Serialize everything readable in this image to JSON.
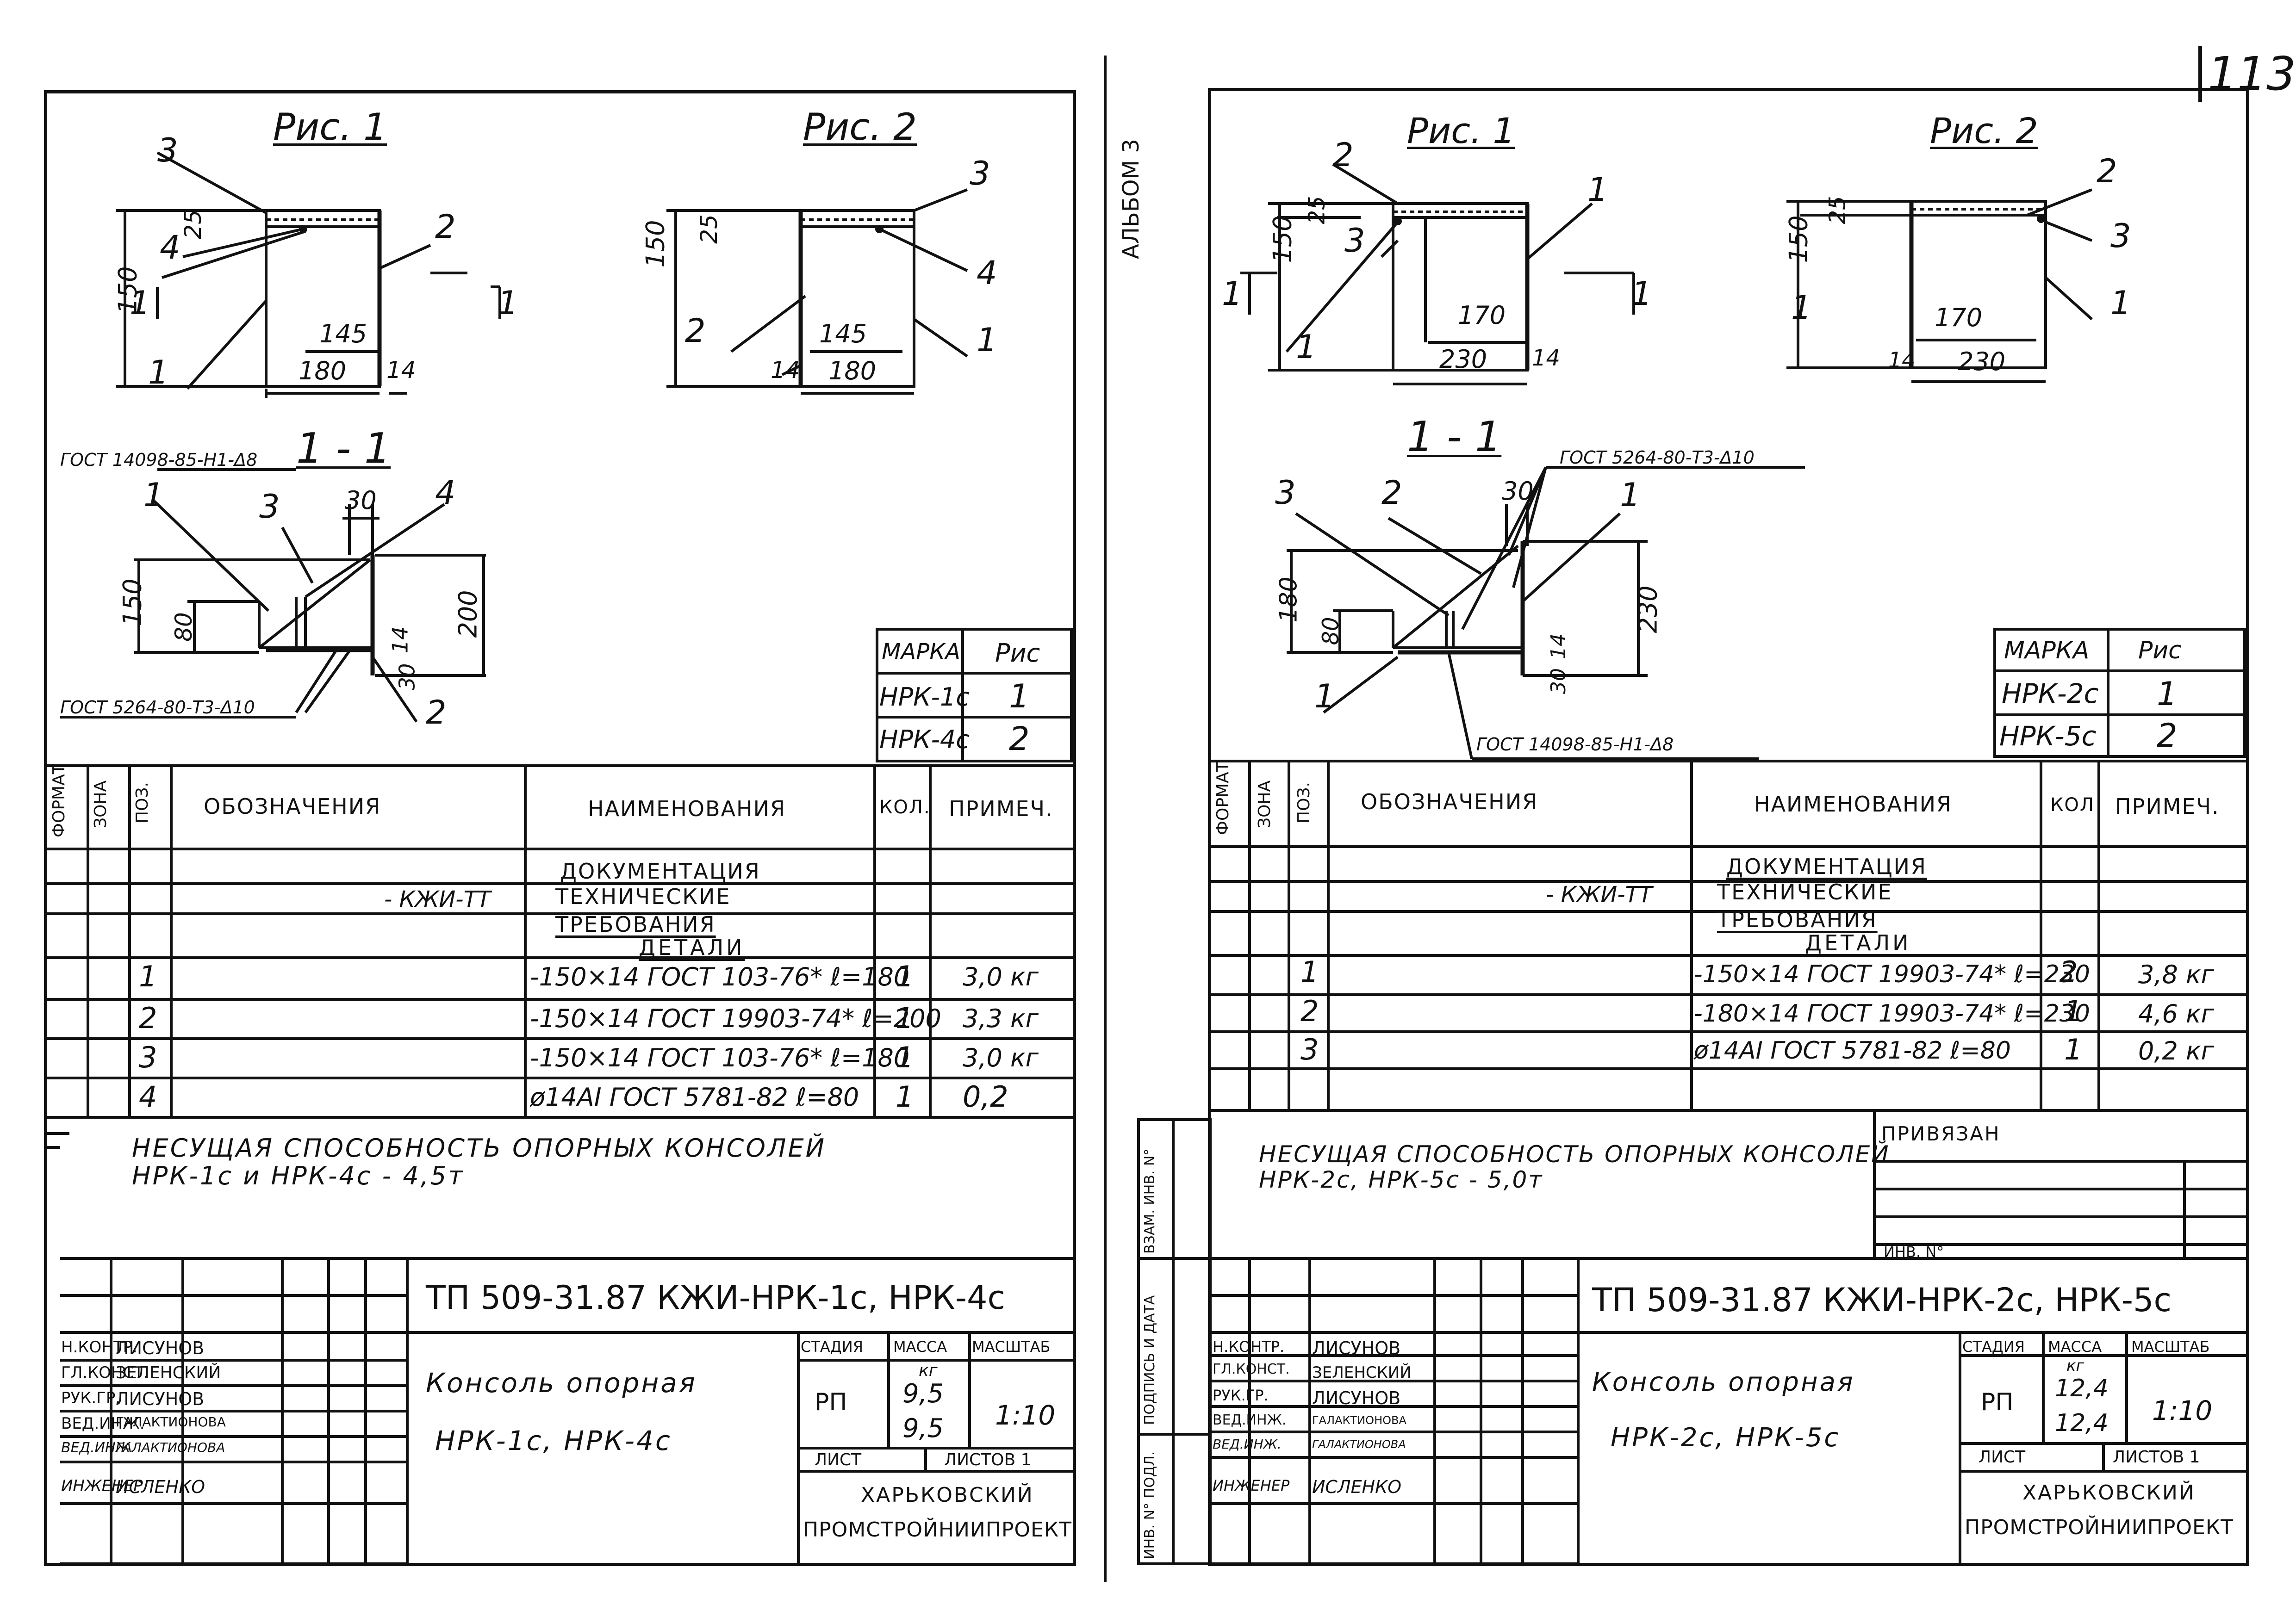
{
  "page_number": "113",
  "album_label": "АЛЬБОМ 3",
  "left": {
    "fig1_title": "Рис. 1",
    "fig2_title": "Рис. 2",
    "section_title": "1 - 1",
    "fig1_dims": [
      "150",
      "25",
      "145",
      "180",
      "14"
    ],
    "fig1_leaders": [
      "1",
      "2",
      "3",
      "4"
    ],
    "fig2_dims": [
      "150",
      "25",
      "145",
      "180",
      "14"
    ],
    "fig2_leaders": [
      "1",
      "2",
      "3",
      "4"
    ],
    "section_dims": [
      "150",
      "80",
      "30",
      "200",
      "14",
      "30"
    ],
    "section_leaders": [
      "1",
      "2",
      "3",
      "4"
    ],
    "weld_top": "ГОСТ 14098-85-Н1-Δ8",
    "weld_bottom": "ГОСТ 5264-80-Т3-Δ10",
    "mark_table": {
      "headers": [
        "МАРКА",
        "Рис"
      ],
      "rows": [
        [
          "НРК-1с",
          "1"
        ],
        [
          "НРК-4с",
          "2"
        ]
      ]
    },
    "spec": {
      "headers": [
        "ФОРМАТ",
        "ЗОНА",
        "ПОЗ.",
        "ОБОЗНАЧЕНИЯ",
        "НАИМЕНОВАНИЯ",
        "КОЛ.",
        "ПРИМЕЧ."
      ],
      "designation": "- КЖИ-ТТ",
      "doc_heading": "ДОКУМЕНТАЦИЯ",
      "doc_lines": [
        "ТЕХНИЧЕСКИЕ",
        "ТРЕБОВАНИЯ"
      ],
      "parts_heading": "ДЕТАЛИ",
      "rows": [
        {
          "pos": "1",
          "name": "-150×14 ГОСТ 103-76* ℓ=180",
          "qty": "1",
          "note": "3,0 кг"
        },
        {
          "pos": "2",
          "name": "-150×14 ГОСТ 19903-74* ℓ=200",
          "qty": "1",
          "note": "3,3 кг"
        },
        {
          "pos": "3",
          "name": "-150×14 ГОСТ 103-76* ℓ=180",
          "qty": "1",
          "note": "3,0 кг"
        },
        {
          "pos": "4",
          "name": "ø14АI ГОСТ 5781-82 ℓ=80",
          "qty": "1",
          "note": "0,2"
        }
      ]
    },
    "note_line1": "НЕСУЩАЯ СПОСОБНОСТЬ ОПОРНЫХ КОНСОЛЕЙ",
    "note_line2": "НРК-1с и НРК-4с - 4,5т",
    "title_block": {
      "doc_code": "ТП 509-31.87 КЖИ-НРК-1с, НРК-4с",
      "roles": [
        "Н.КОНТР.",
        "ГЛ.КОНСТ.",
        "РУК.ГР.",
        "ВЕД.ИНЖ.",
        "ВЕД.ИНЖ.",
        "ИНЖЕНЕР"
      ],
      "names": [
        "ЛИСУНОВ",
        "ЗЕЛЕНСКИЙ",
        "ЛИСУНОВ",
        "ГАЛАКТИОНОВА",
        "ГАЛАКТИОНОВА",
        "ИСЛЕНКО"
      ],
      "item_name": "Консоль опорная",
      "item_marks": "НРК-1с, НРК-4с",
      "stage_label": "СТАДИЯ",
      "mass_label": "МАССА",
      "scale_label": "МАСШТАБ",
      "stage": "РП",
      "mass_unit": "кг",
      "mass1": "9,5",
      "mass2": "9,5",
      "scale": "1:10",
      "sheet_label": "ЛИСТ",
      "sheets_label": "ЛИСТОВ 1",
      "org_line1": "ХАРЬКОВСКИЙ",
      "org_line2": "ПРОМСТРОЙНИИПРОЕКТ"
    }
  },
  "right": {
    "fig1_title": "Рис. 1",
    "fig2_title": "Рис. 2",
    "section_title": "1 - 1",
    "fig1_dims": [
      "150",
      "25",
      "170",
      "230",
      "14"
    ],
    "fig1_leaders": [
      "1",
      "2",
      "3"
    ],
    "fig2_dims": [
      "150",
      "25",
      "170",
      "230",
      "14"
    ],
    "fig2_leaders": [
      "1",
      "2",
      "3"
    ],
    "section_dims": [
      "180",
      "80",
      "30",
      "230",
      "14",
      "30"
    ],
    "section_leaders": [
      "1",
      "2",
      "3"
    ],
    "weld_top": "ГОСТ 5264-80-Т3-Δ10",
    "weld_bottom": "ГОСТ 14098-85-Н1-Δ8",
    "mark_table": {
      "headers": [
        "МАРКА",
        "Рис"
      ],
      "rows": [
        [
          "НРК-2с",
          "1"
        ],
        [
          "НРК-5с",
          "2"
        ]
      ]
    },
    "spec": {
      "headers": [
        "ФОРМАТ",
        "ЗОНА",
        "ПОЗ.",
        "ОБОЗНАЧЕНИЯ",
        "НАИМЕНОВАНИЯ",
        "КОЛ",
        "ПРИМЕЧ."
      ],
      "designation": "- КЖИ-ТТ",
      "doc_heading": "ДОКУМЕНТАЦИЯ",
      "doc_lines": [
        "ТЕХНИЧЕСКИЕ",
        "ТРЕБОВАНИЯ"
      ],
      "parts_heading": "ДЕТАЛИ",
      "rows": [
        {
          "pos": "1",
          "name": "-150×14 ГОСТ 19903-74* ℓ=230",
          "qty": "2",
          "note": "3,8 кг"
        },
        {
          "pos": "2",
          "name": "-180×14 ГОСТ 19903-74* ℓ=230",
          "qty": "1",
          "note": "4,6 кг"
        },
        {
          "pos": "3",
          "name": "ø14АI ГОСТ 5781-82 ℓ=80",
          "qty": "1",
          "note": "0,2 кг"
        }
      ]
    },
    "note_line1": "НЕСУЩАЯ СПОСОБНОСТЬ ОПОРНЫХ КОНСОЛЕЙ",
    "note_line2": "НРК-2с, НРК-5с - 5,0т",
    "attached_label": "ПРИВЯЗАН",
    "inv_label": "ИНВ. N°",
    "side_stamps": [
      "ИНВ. N° ПОДЛ.",
      "ПОДПИСЬ И ДАТА",
      "ВЗАМ. ИНВ. N°"
    ],
    "title_block": {
      "doc_code": "ТП 509-31.87 КЖИ-НРК-2с, НРК-5с",
      "roles": [
        "Н.КОНТР.",
        "ГЛ.КОНСТ.",
        "РУК.ГР.",
        "ВЕД.ИНЖ.",
        "ВЕД.ИНЖ.",
        "ИНЖЕНЕР"
      ],
      "names": [
        "ЛИСУНОВ",
        "ЗЕЛЕНСКИЙ",
        "ЛИСУНОВ",
        "ГАЛАКТИОНОВА",
        "ГАЛАКТИОНОВА",
        "ИСЛЕНКО"
      ],
      "item_name": "Консоль опорная",
      "item_marks": "НРК-2с, НРК-5с",
      "stage_label": "СТАДИЯ",
      "mass_label": "МАССА",
      "scale_label": "МАСШТАБ",
      "stage": "РП",
      "mass_unit": "кг",
      "mass1": "12,4",
      "mass2": "12,4",
      "scale": "1:10",
      "sheet_label": "ЛИСТ",
      "sheets_label": "ЛИСТОВ 1",
      "org_line1": "ХАРЬКОВСКИЙ",
      "org_line2": "ПРОМСТРОЙНИИПРОЕКТ"
    }
  }
}
